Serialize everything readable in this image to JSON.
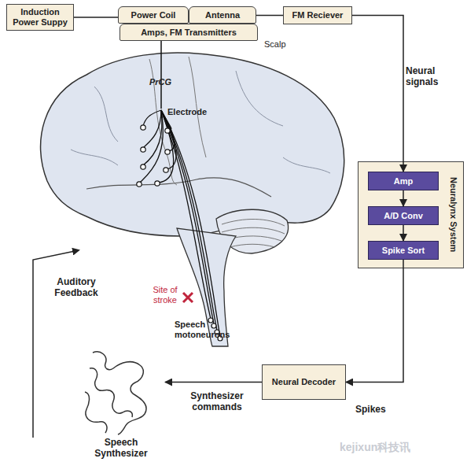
{
  "diagram": {
    "nodes": [
      {
        "text": [
          "Induction Power Suppy"
        ]
      },
      {
        "text": [
          "Power Coil"
        ]
      },
      {
        "text": [
          "Antenna"
        ]
      },
      {
        "text": [
          "Amps, FM Transmitters"
        ]
      },
      {
        "text": [
          "FM Reciever"
        ]
      },
      {
        "text": [
          "Neuralynx System"
        ]
      },
      {
        "text": [
          "Amp"
        ],
        "in": 5
      },
      {
        "text": [
          "A/D Conv"
        ],
        "in": 5
      },
      {
        "text": [
          "Spike Sort"
        ],
        "in": 5
      },
      {
        "text": [
          "Neural Decoder"
        ]
      },
      {
        "text": [
          "Speech Synthesizer"
        ]
      }
    ],
    "edges": [
      {
        "from": 0,
        "to": 1,
        "arrow": "none"
      },
      {
        "from": 2,
        "to": 4,
        "arrow": "none"
      },
      {
        "from": 4,
        "to": 6,
        "label": "Neural signals",
        "arrow": "to"
      },
      {
        "from": 6,
        "to": 7,
        "arrow": "to"
      },
      {
        "from": 7,
        "to": 8,
        "arrow": "to"
      },
      {
        "from": 8,
        "to": 9,
        "label": "Spikes",
        "arrow": "to"
      },
      {
        "from": 9,
        "to": 10,
        "label": "Synthesizer commands",
        "arrow": "to"
      }
    ],
    "labels": [
      "Scalp",
      "PrCG",
      "Electrode",
      "Site of stroke",
      "Speech motoneurons",
      "Auditory Feedback",
      "kejixun科技讯"
    ]
  }
}
